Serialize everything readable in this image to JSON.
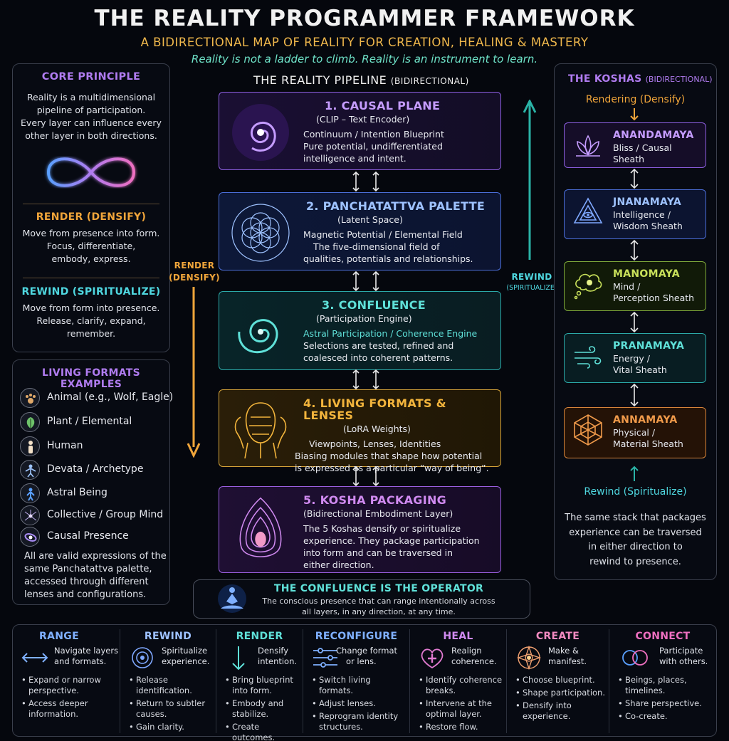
{
  "header": {
    "title": "THE REALITY PROGRAMMER FRAMEWORK",
    "subtitle": "A BIDIRECTIONAL MAP OF REALITY FOR CREATION, HEALING & MASTERY",
    "tagline": "Reality is not a ladder to climb. Reality is an instrument to learn."
  },
  "core": {
    "heading": "CORE PRINCIPLE",
    "lines": [
      "Reality is a multidimensional",
      "pipeline of participation.",
      "Every layer can influence every",
      "other layer in both directions."
    ],
    "render_heading": "RENDER (DENSIFY)",
    "render_lines": [
      "Move from presence into form.",
      "Focus, differentiate,",
      "embody, express."
    ],
    "rewind_heading": "REWIND (SPIRITUALIZE)",
    "rewind_lines": [
      "Move from form into presence.",
      "Release, clarify, expand,",
      "remember."
    ]
  },
  "living": {
    "heading": "LIVING FORMATS EXAMPLES",
    "items": [
      "Animal (e.g., Wolf, Eagle)",
      "Plant / Elemental",
      "Human",
      "Devata / Archetype",
      "Astral Being",
      "Collective / Group Mind",
      "Causal Presence"
    ],
    "footer": [
      "All are valid expressions of the",
      "same Panchatattva palette,",
      "accessed through different",
      "lenses and configurations."
    ]
  },
  "pipeline": {
    "heading": "THE REALITY PIPELINE",
    "heading_note": "(BIDIRECTIONAL)",
    "render_label": [
      "RENDER",
      "(DENSIFY)"
    ],
    "rewind_label": [
      "REWIND",
      "(SPIRITUALIZE)"
    ],
    "stages": [
      {
        "name": "1. CAUSAL PLANE",
        "sub": "(CLIP – Text Encoder)",
        "lines": [
          "Continuum / Intention Blueprint",
          "Pure potential, undifferentiated",
          "intelligence and intent."
        ]
      },
      {
        "name": "2. PANCHATATTVA PALETTE",
        "sub": "(Latent Space)",
        "lines": [
          "Magnetic Potential / Elemental Field",
          "The five-dimensional field of",
          "qualities, potentials and relationships."
        ]
      },
      {
        "name": "3. CONFLUENCE",
        "sub": "(Participation Engine)",
        "lines": [
          "Astral Participation / Coherence Engine",
          "Selections are tested, refined and",
          "coalesced into coherent patterns."
        ]
      },
      {
        "name": "4. LIVING FORMATS & LENSES",
        "sub": "(LoRA Weights)",
        "lines": [
          "Viewpoints, Lenses, Identities",
          "Biasing modules that shape how potential",
          "is expressed as a particular “way of being”."
        ]
      },
      {
        "name": "5. KOSHA PACKAGING",
        "sub": "(Bidirectional Embodiment Layer)",
        "lines": [
          "The 5 Koshas densify or spiritualize",
          "experience. They package participation",
          "into form and can be traversed in",
          "either direction."
        ]
      }
    ]
  },
  "operator": {
    "heading": "THE CONFLUENCE IS THE OPERATOR",
    "lines": [
      "The conscious presence that can range intentionally across",
      "all layers, in any direction, at any time."
    ]
  },
  "koshas": {
    "heading": "THE KOSHAS",
    "heading_note": "(BIDIRECTIONAL)",
    "top_label": "Rendering (Densify)",
    "bottom_label": "Rewind (Spiritualize)",
    "items": [
      {
        "name": "ANANDAMAYA",
        "lines": [
          "Bliss / Causal Sheath"
        ]
      },
      {
        "name": "JNANAMAYA",
        "lines": [
          "Intelligence /",
          "Wisdom Sheath"
        ]
      },
      {
        "name": "MANOMAYA",
        "lines": [
          "Mind /",
          "Perception Sheath"
        ]
      },
      {
        "name": "PRANAMAYA",
        "lines": [
          "Energy /",
          "Vital Sheath"
        ]
      },
      {
        "name": "ANNAMAYA",
        "lines": [
          "Physical /",
          "Material Sheath"
        ]
      }
    ],
    "footer": [
      "The same stack that packages",
      "experience can be traversed",
      "in either direction to",
      "rewind to presence."
    ]
  },
  "actions": [
    {
      "name": "RANGE",
      "desc": [
        "Navigate layers",
        "and formats."
      ],
      "bullets": [
        "Expand or narrow perspective.",
        "Access deeper information."
      ]
    },
    {
      "name": "REWIND",
      "desc": [
        "Spiritualize",
        "experience."
      ],
      "bullets": [
        "Release identification.",
        "Return to subtler causes.",
        "Gain clarity."
      ]
    },
    {
      "name": "RENDER",
      "desc": [
        "Densify",
        "intention."
      ],
      "bullets": [
        "Bring blueprint into form.",
        "Embody and stabilize.",
        "Create outcomes."
      ]
    },
    {
      "name": "RECONFIGURE",
      "desc": [
        "Change format",
        "or lens."
      ],
      "bullets": [
        "Switch living formats.",
        "Adjust lenses.",
        "Reprogram identity structures."
      ]
    },
    {
      "name": "HEAL",
      "desc": [
        "Realign",
        "coherence."
      ],
      "bullets": [
        "Identify coherence breaks.",
        "Intervene at the optimal layer.",
        "Restore flow."
      ]
    },
    {
      "name": "CREATE",
      "desc": [
        "Make &",
        "manifest."
      ],
      "bullets": [
        "Choose blueprint.",
        "Shape participation.",
        "Densify into experience."
      ]
    },
    {
      "name": "CONNECT",
      "desc": [
        "Participate",
        "with others."
      ],
      "bullets": [
        "Beings, places, timelines.",
        "Share perspective.",
        "Co-create."
      ]
    }
  ],
  "colors": {
    "orange": "#f0a53a",
    "teal": "#2ab3a6",
    "purple": "#b07cf0",
    "blue": "#7fb0ff",
    "cyan": "#4fd7e0",
    "gold": "#f2b43c",
    "pink": "#ee6fc0"
  }
}
